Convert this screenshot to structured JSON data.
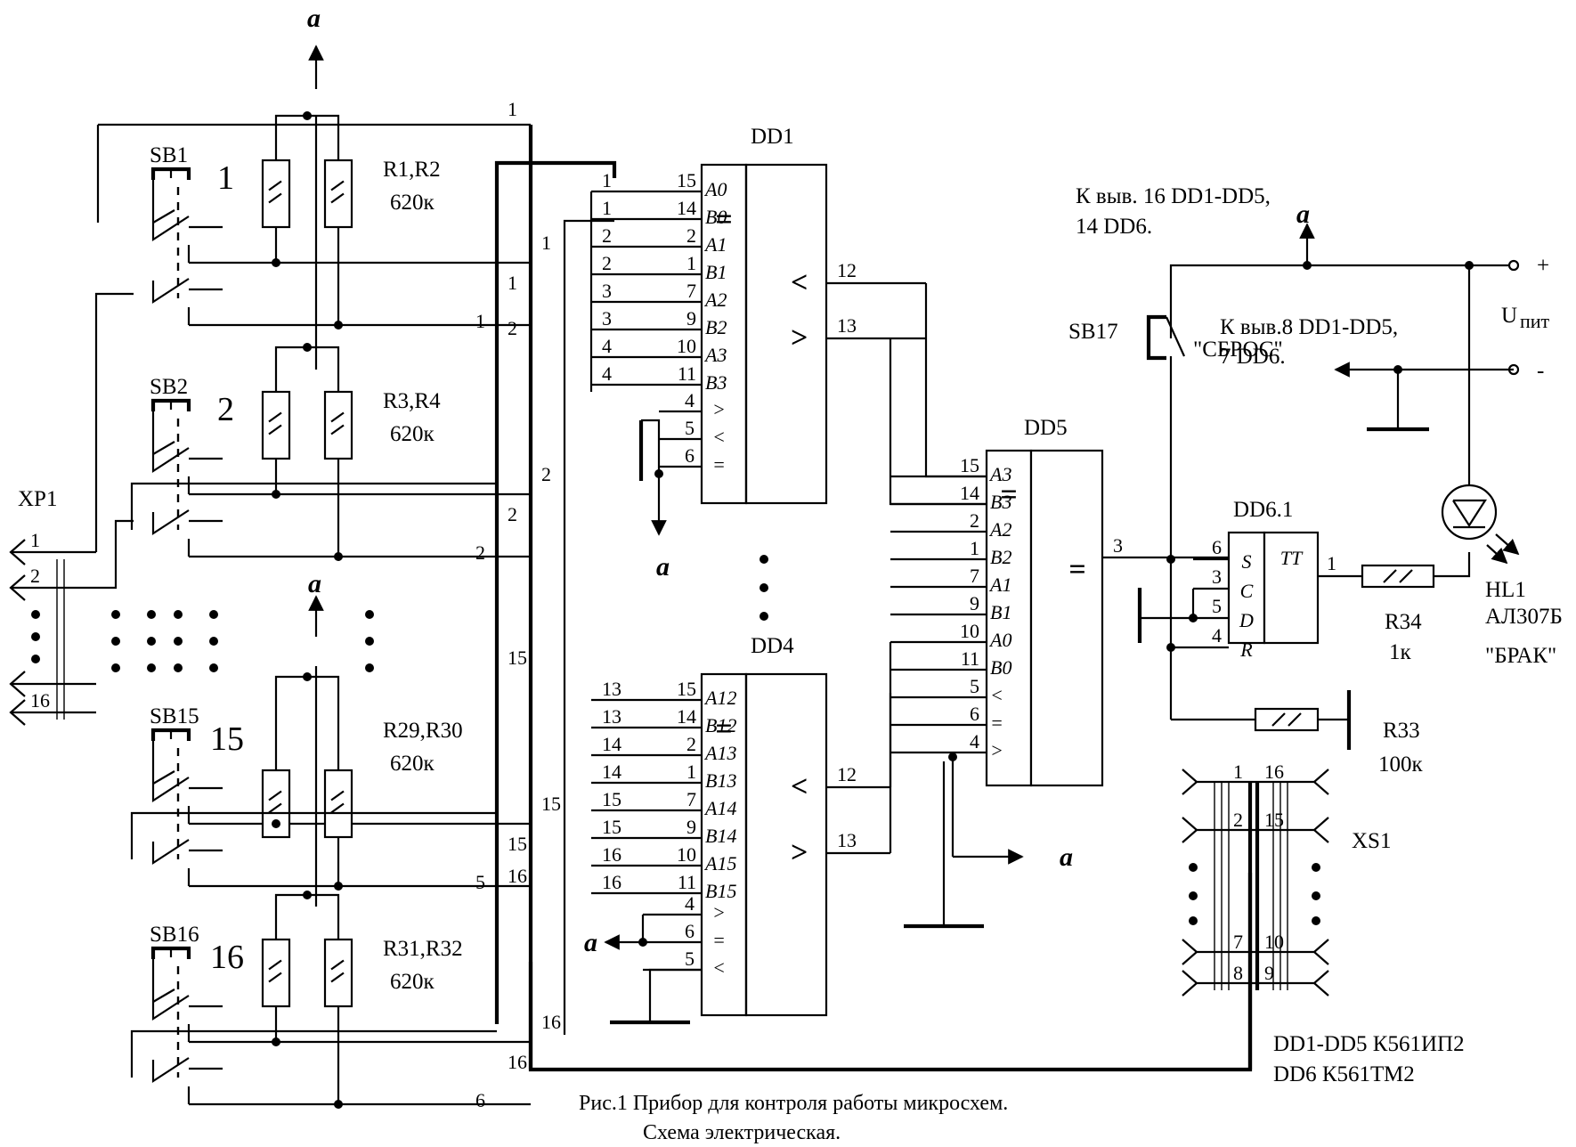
{
  "title_line1": "Рис.1 Прибор для контроля работы микросхем.",
  "title_line2": "Схема электрическая.",
  "supply_marker": "a",
  "xp1": {
    "label": "XP1",
    "pins": [
      "1",
      "2",
      "16"
    ]
  },
  "switches": [
    {
      "name": "SB1",
      "num": "1",
      "res": "R1,R2",
      "val": "620к",
      "wires": [
        "1",
        "1",
        "1",
        "1"
      ]
    },
    {
      "name": "SB2",
      "num": "2",
      "res": "R3,R4",
      "val": "620к",
      "wires": [
        "2",
        "2",
        "2",
        "2"
      ]
    },
    {
      "name": "SB15",
      "num": "15",
      "res": "R29,R30",
      "val": "620к",
      "wires": [
        "15",
        "15",
        "15",
        "5"
      ]
    },
    {
      "name": "SB16",
      "num": "16",
      "res": "R31,R32",
      "val": "620к",
      "wires": [
        "16",
        "16",
        "16",
        "6"
      ]
    }
  ],
  "dd1": {
    "label": "DD1",
    "inputs": [
      {
        "w": "1",
        "p": "15",
        "f": "A0"
      },
      {
        "w": "1",
        "p": "14",
        "f": "B0"
      },
      {
        "w": "2",
        "p": "2",
        "f": "A1"
      },
      {
        "w": "2",
        "p": "1",
        "f": "B1"
      },
      {
        "w": "3",
        "p": "7",
        "f": "A2"
      },
      {
        "w": "3",
        "p": "9",
        "f": "B2"
      },
      {
        "w": "4",
        "p": "10",
        "f": "A3"
      },
      {
        "w": "4",
        "p": "11",
        "f": "B3"
      }
    ],
    "ctrl": [
      {
        "p": "4",
        "f": ">"
      },
      {
        "p": "5",
        "f": "<"
      },
      {
        "p": "6",
        "f": "="
      }
    ],
    "outputs": [
      {
        "p": "12",
        "f": "<"
      },
      {
        "p": "13",
        "f": ">"
      }
    ]
  },
  "dd4": {
    "label": "DD4",
    "inputs": [
      {
        "w": "13",
        "p": "15",
        "f": "A12"
      },
      {
        "w": "13",
        "p": "14",
        "f": "B12"
      },
      {
        "w": "14",
        "p": "2",
        "f": "A13"
      },
      {
        "w": "14",
        "p": "1",
        "f": "B13"
      },
      {
        "w": "15",
        "p": "7",
        "f": "A14"
      },
      {
        "w": "15",
        "p": "9",
        "f": "B14"
      },
      {
        "w": "16",
        "p": "10",
        "f": "A15"
      },
      {
        "w": "16",
        "p": "11",
        "f": "B15"
      }
    ],
    "ctrl": [
      {
        "p": "4",
        "f": ">"
      },
      {
        "p": "6",
        "f": "="
      },
      {
        "p": "5",
        "f": "<"
      }
    ],
    "outputs": [
      {
        "p": "12",
        "f": "<"
      },
      {
        "p": "13",
        "f": ">"
      }
    ]
  },
  "dd5": {
    "label": "DD5",
    "inputs": [
      {
        "p": "15",
        "f": "A3"
      },
      {
        "p": "14",
        "f": "B3"
      },
      {
        "p": "2",
        "f": "A2"
      },
      {
        "p": "1",
        "f": "B2"
      },
      {
        "p": "7",
        "f": "A1"
      },
      {
        "p": "9",
        "f": "B1"
      },
      {
        "p": "10",
        "f": "A0"
      },
      {
        "p": "11",
        "f": "B0"
      },
      {
        "p": "5",
        "f": "<"
      },
      {
        "p": "6",
        "f": "="
      },
      {
        "p": "4",
        "f": ">"
      }
    ],
    "output": {
      "p": "3"
    }
  },
  "dd6": {
    "label": "DD6.1",
    "kind": "TT",
    "pins": [
      {
        "p": "6",
        "f": "S"
      },
      {
        "p": "3",
        "f": "C"
      },
      {
        "p": "5",
        "f": "D"
      },
      {
        "p": "4",
        "f": "R"
      }
    ],
    "out": "1"
  },
  "eq_symbol": "=",
  "sb17": {
    "name": "SB17",
    "caption": "\"СБРОС\""
  },
  "note_plus": [
    "К выв. 16 DD1-DD5,",
    "14 DD6."
  ],
  "note_minus": [
    "К выв.8 DD1-DD5,",
    "7 DD6."
  ],
  "supply": {
    "plus": "+",
    "minus": "-",
    "u": "U",
    "u_sub": "пит"
  },
  "hl1": {
    "name": "HL1",
    "type": "АЛ307Б",
    "caption": "\"БРАК\""
  },
  "r34": {
    "name": "R34",
    "value": "1к"
  },
  "r33": {
    "name": "R33",
    "value": "100к"
  },
  "xs1": {
    "label": "XS1",
    "pins": [
      [
        "1",
        "16"
      ],
      [
        "2",
        "15"
      ],
      [
        "7",
        "10"
      ],
      [
        "8",
        "9"
      ]
    ]
  },
  "legend": [
    "DD1-DD5 К561ИП2",
    "DD6 К561ТМ2"
  ]
}
